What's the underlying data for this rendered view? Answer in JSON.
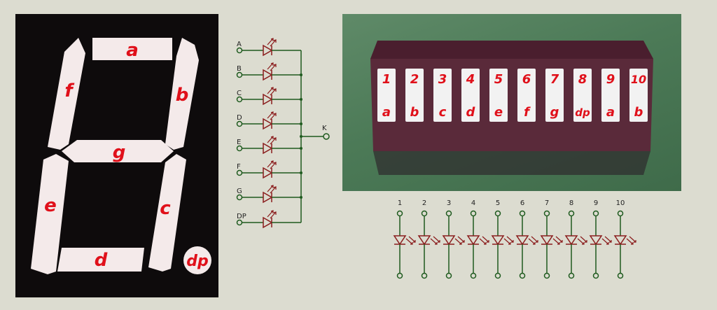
{
  "segment_display": {
    "labels": {
      "a": "a",
      "b": "b",
      "c": "c",
      "d": "d",
      "e": "e",
      "f": "f",
      "g": "g",
      "dp": "dp"
    }
  },
  "schematic": {
    "inputs": [
      "A",
      "B",
      "C",
      "D",
      "E",
      "F",
      "G",
      "DP"
    ],
    "common": "K"
  },
  "package": {
    "pins": [
      {
        "num": "1",
        "seg": "a"
      },
      {
        "num": "2",
        "seg": "b"
      },
      {
        "num": "3",
        "seg": "c"
      },
      {
        "num": "4",
        "seg": "d"
      },
      {
        "num": "5",
        "seg": "e"
      },
      {
        "num": "6",
        "seg": "f"
      },
      {
        "num": "7",
        "seg": "g"
      },
      {
        "num": "8",
        "seg": "dp"
      },
      {
        "num": "9",
        "seg": "a"
      },
      {
        "num": "10",
        "seg": "b"
      }
    ]
  },
  "bar_schematic": {
    "pins": [
      "1",
      "2",
      "3",
      "4",
      "5",
      "6",
      "7",
      "8",
      "9",
      "10"
    ]
  },
  "colors": {
    "led": "#8a1c1c",
    "wire": "#1e5a1e",
    "label": "#e0101a",
    "segment": "#f4eaea"
  }
}
